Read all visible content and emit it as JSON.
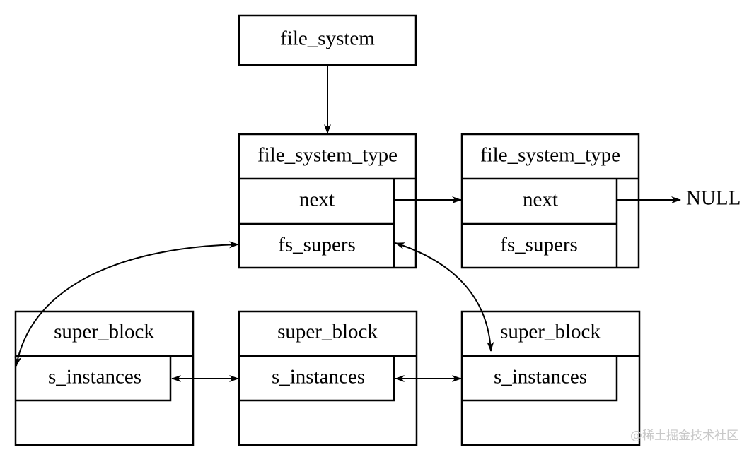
{
  "root": {
    "label": "file_system"
  },
  "fs_types": [
    {
      "title": "file_system_type",
      "next": "next",
      "fs_supers": "fs_supers"
    },
    {
      "title": "file_system_type",
      "next": "next",
      "fs_supers": "fs_supers"
    }
  ],
  "null_label": "NULL",
  "super_blocks": [
    {
      "title": "super_block",
      "field": "s_instances"
    },
    {
      "title": "super_block",
      "field": "s_instances"
    },
    {
      "title": "super_block",
      "field": "s_instances"
    }
  ],
  "watermark": "@稀土掘金技术社区",
  "colors": {
    "stroke": "#000000",
    "background": "#ffffff",
    "watermark": "#c8c8c8"
  }
}
